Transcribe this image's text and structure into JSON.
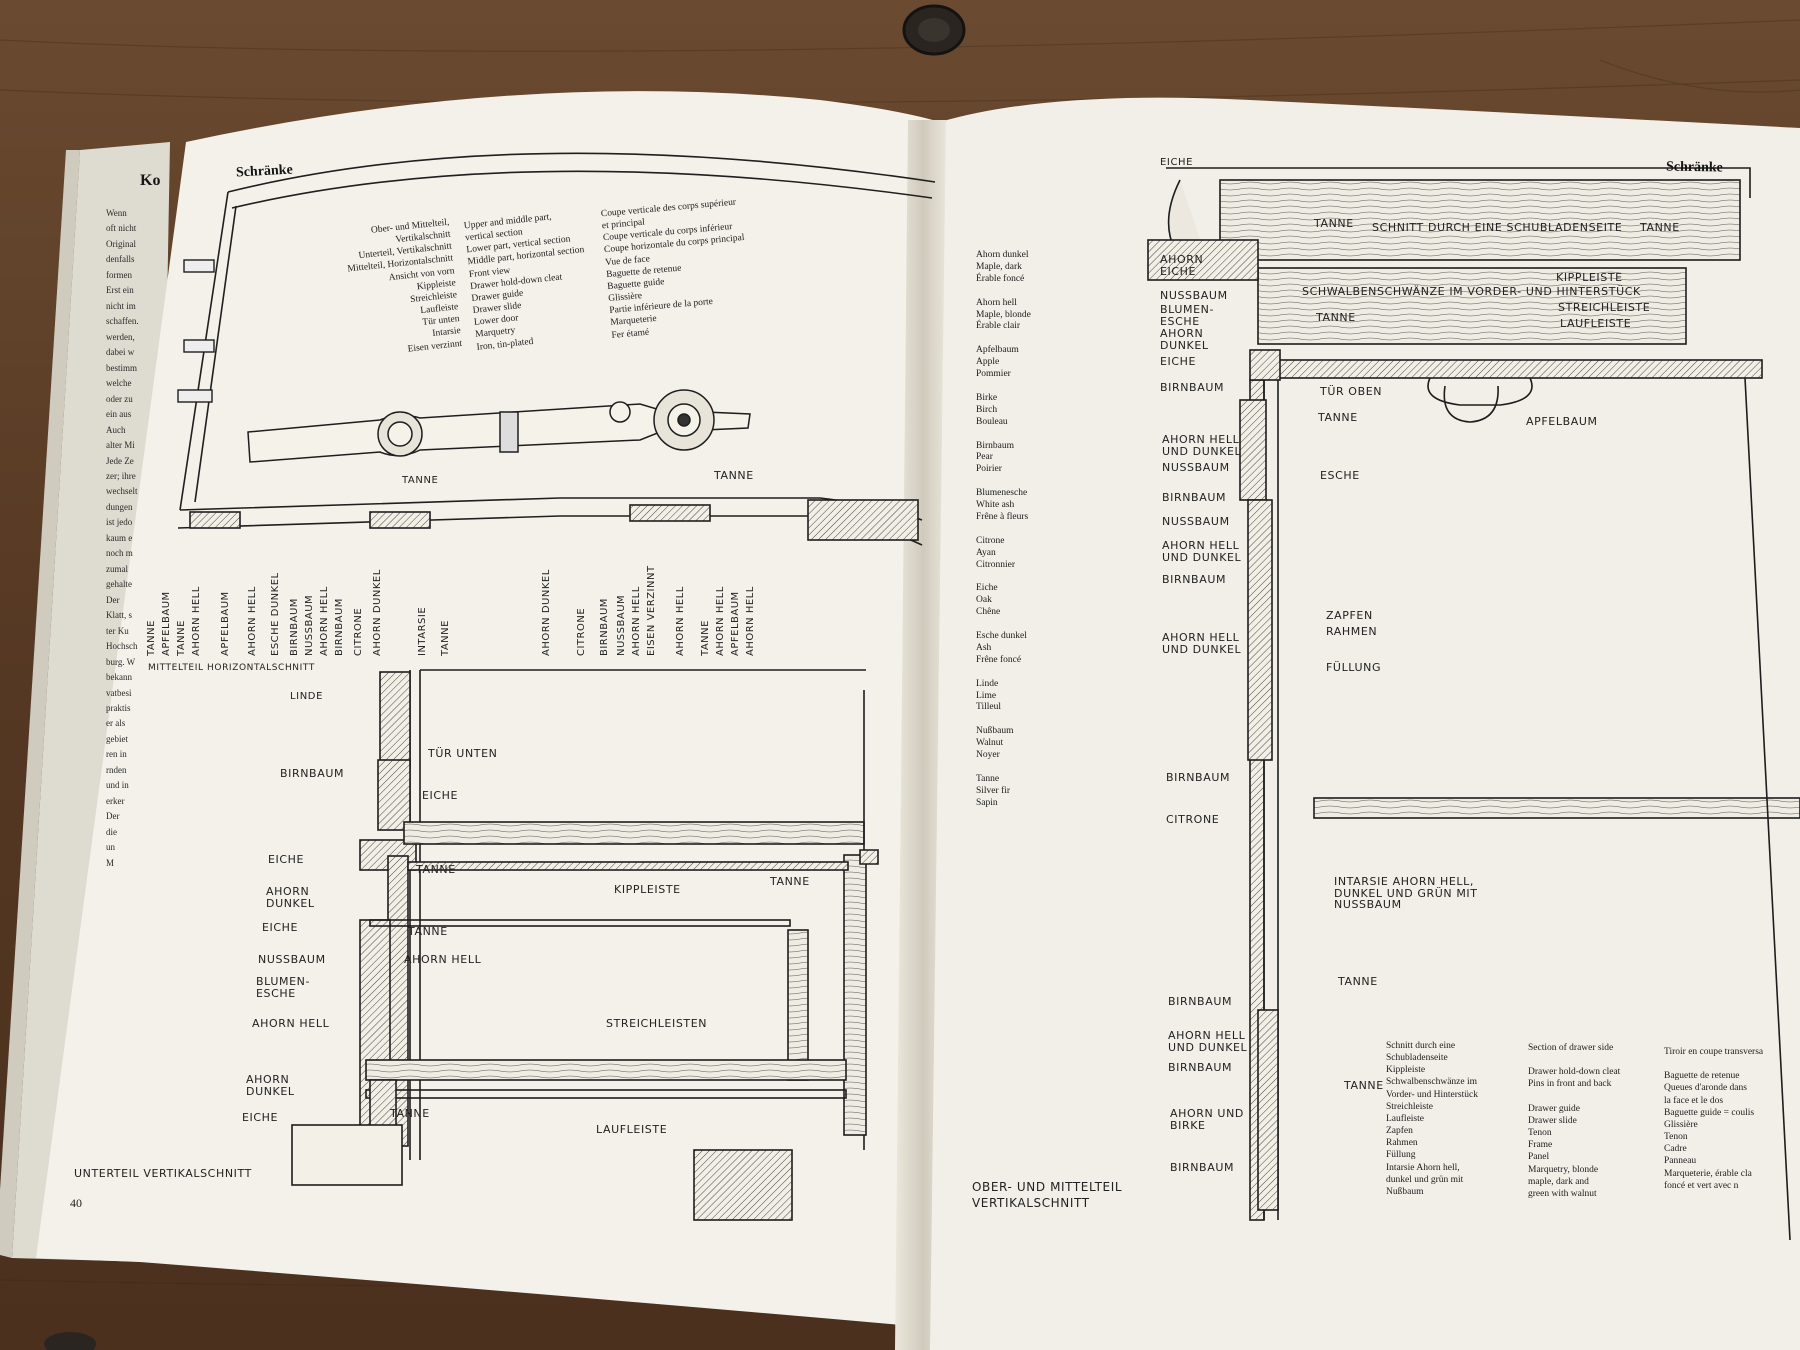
{
  "page": {
    "left_header": "Schränke",
    "right_header": "Schränke",
    "page_number": "40",
    "left_edge_heading": "Ko"
  },
  "legend_de": [
    "Ober- und Mittelteil,",
    "Vertikalschnitt",
    "Unterteil, Vertikalschnitt",
    "Mittelteil, Horizontalschnitt",
    "Ansicht von vorn",
    "Kippleiste",
    "Streichleiste",
    "Laufleiste",
    "Tür unten",
    "Intarsie",
    "Eisen verzinnt"
  ],
  "legend_en": [
    "Upper and middle part,",
    "vertical section",
    "Lower part, vertical section",
    "Middle part, horizontal section",
    "Front view",
    "Drawer hold-down cleat",
    "Drawer guide",
    "Drawer slide",
    "Lower door",
    "Marquetry",
    "Iron, tin-plated"
  ],
  "legend_fr": [
    "Coupe verticale des corps supérieur",
    "et principal",
    "Coupe verticale du corps inférieur",
    "Coupe horizontale du corps principal",
    "Vue de face",
    "Baguette de retenue",
    "Baguette guide",
    "Glissière",
    "Partie inférieure de la porte",
    "Marqueterie",
    "Fer étamé"
  ],
  "horizontal_labels": [
    "TANNE",
    "APFELBAUM",
    "TANNE",
    "AHORN HELL",
    "APFELBAUM",
    "AHORN HELL",
    "ESCHE DUNKEL",
    "BIRNBAUM",
    "NUSSBAUM",
    "AHORN HELL",
    "BIRNBAUM",
    "CITRONE",
    "AHORN DUNKEL",
    "INTARSIE",
    "TANNE",
    "AHORN DUNKEL",
    "CITRONE",
    "BIRNBAUM",
    "NUSSBAUM",
    "AHORN HELL",
    "EISEN VERZINNT",
    "AHORN HELL",
    "TANNE",
    "AHORN HELL",
    "APFELBAUM",
    "AHORN HELL"
  ],
  "left_drawing": {
    "caption_horizontal": "MITTELTEIL HORIZONTALSCHNITT",
    "caption_vertical": "UNTERTEIL VERTIKALSCHNITT",
    "tanne_top1": "TANNE",
    "tanne_top2": "TANNE",
    "linde": "LINDE",
    "tuer_unten": "TÜR UNTEN",
    "birnbaum": "BIRNBAUM",
    "eiche1": "EICHE",
    "eiche2": "EICHE",
    "tanne1": "TANNE",
    "ahorn_dunkel1": "AHORN DUNKEL",
    "kippleiste": "KIPPLEISTE",
    "tanne2": "TANNE",
    "eiche3": "EICHE",
    "tanne3": "TANNE",
    "nussbaum": "NUSSBAUM",
    "ahorn_hell1": "AHORN HELL",
    "blumen_esche": "BLUMEN- ESCHE",
    "streichleisten": "STREICHLEISTEN",
    "ahorn_hell2": "AHORN HELL",
    "ahorn_dunkel2": "AHORN DUNKEL",
    "tanne4": "TANNE",
    "eiche4": "EICHE",
    "laufleiste": "LAUFLEISTE"
  },
  "right_drawing": {
    "caption": "OBER- UND MITTELTEIL VERTIKALSCHNITT",
    "eiche_top": "EICHE",
    "tanne_a": "TANNE",
    "schnitt": "SCHNITT DURCH EINE SCHUBLADENSEITE",
    "tanne_b": "TANNE",
    "ahorn_eiche": "AHORN EICHE",
    "kippleiste": "KIPPLEISTE",
    "schwalben": "SCHWALBENSCHWÄNZE IM VORDER- UND HINTERSTÜCK",
    "nussbaum1": "NUSSBAUM",
    "blumen_esche": "BLUMEN- ESCHE",
    "tanne_c": "TANNE",
    "streichleiste": "STREICHLEISTE",
    "laufleiste": "LAUFLEISTE",
    "ahorn_dunkel": "AHORN DUNKEL",
    "eiche2": "EICHE",
    "birnbaum1": "BIRNBAUM",
    "tuer_oben": "TÜR OBEN",
    "tanne_d": "TANNE",
    "apfelbaum": "APFELBAUM",
    "ahorn_hell_dunkel1": "AHORN HELL UND DUNKEL",
    "nussbaum2": "NUSSBAUM",
    "esche": "ESCHE",
    "birnbaum2": "BIRNBAUM",
    "nussbaum3": "NUSSBAUM",
    "ahorn_hell_dunkel2": "AHORN HELL UND DUNKEL",
    "birnbaum3": "BIRNBAUM",
    "zapfen": "ZAPFEN",
    "rahmen": "RAHMEN",
    "ahorn_hell_dunkel3": "AHORN HELL UND DUNKEL",
    "fuellung": "FÜLLUNG",
    "birnbaum4": "BIRNBAUM",
    "citrone": "CITRONE",
    "intarsie": "INTARSIE AHORN HELL, DUNKEL UND GRÜN MIT NUSSBAUM",
    "tanne_e": "TANNE",
    "birnbaum5": "BIRNBAUM",
    "ahorn_hell_dunkel4": "AHORN HELL UND DUNKEL",
    "birnbaum6": "BIRNBAUM",
    "tanne_f": "TANNE",
    "ahorn_birke": "AHORN UND BIRKE",
    "birnbaum7": "BIRNBAUM"
  },
  "woods": [
    [
      "Ahorn dunkel",
      "Maple, dark",
      "Érable foncé"
    ],
    [
      "Ahorn hell",
      "Maple, blonde",
      "Érable clair"
    ],
    [
      "Apfelbaum",
      "Apple",
      "Pommier"
    ],
    [
      "Birke",
      "Birch",
      "Bouleau"
    ],
    [
      "Birnbaum",
      "Pear",
      "Poirier"
    ],
    [
      "Blumenesche",
      "White ash",
      "Frêne à fleurs"
    ],
    [
      "Citrone",
      "Ayan",
      "Citronnier"
    ],
    [
      "Eiche",
      "Oak",
      "Chêne"
    ],
    [
      "Esche dunkel",
      "Ash",
      "Frêne foncé"
    ],
    [
      "Linde",
      "Lime",
      "Tilleul"
    ],
    [
      "Nußbaum",
      "Walnut",
      "Noyer"
    ],
    [
      "Tanne",
      "Silver fir",
      "Sapin"
    ]
  ],
  "drawer_de": [
    "Schnitt durch eine",
    "Schubladenseite",
    "Kippleiste",
    "Schwalbenschwänze im",
    "Vorder- und Hinterstück",
    "Streichleiste",
    "Laufleiste",
    "Zapfen",
    "Rahmen",
    "Füllung",
    "Intarsie Ahorn hell,",
    "dunkel und grün mit",
    "Nußbaum"
  ],
  "drawer_en": [
    "Section of drawer side",
    "",
    "Drawer hold-down cleat",
    "Pins in front and back",
    "",
    "Drawer guide",
    "Drawer slide",
    "Tenon",
    "Frame",
    "Panel",
    "Marquetry, blonde",
    "maple, dark and",
    "green with walnut"
  ],
  "drawer_fr": [
    "Tiroir en coupe transversa",
    "",
    "Baguette de retenue",
    "Queues d'aronde dans",
    "la face et le dos",
    "Baguette guide = coulis",
    "Glissière",
    "Tenon",
    "Cadre",
    "Panneau",
    "Marqueterie, érable cla",
    "foncé et vert avec n",
    ""
  ],
  "under_page_fragments": [
    "Wenn",
    "oft nicht",
    "Original",
    "denfalls",
    "formen",
    "Erst ein",
    "nicht im",
    "schaffen.",
    "werden,",
    "dabei w",
    "bestimm",
    "welche",
    "oder zu",
    "ein aus",
    "Auch",
    "alter Mi",
    "Jede Ze",
    "zer; ihre",
    "wechselt",
    "dungen",
    "ist jedo",
    "kaum e",
    "noch m",
    "zumal",
    "gehalte",
    "Der",
    "Klatt, s",
    "ter Ku",
    "Hochsch",
    "burg. W",
    "bekann",
    "vatbesi",
    "praktis",
    "er als",
    "gebiet",
    "ren in",
    "rnden",
    "und in",
    "erker",
    "Der",
    "die",
    "un",
    "M"
  ]
}
